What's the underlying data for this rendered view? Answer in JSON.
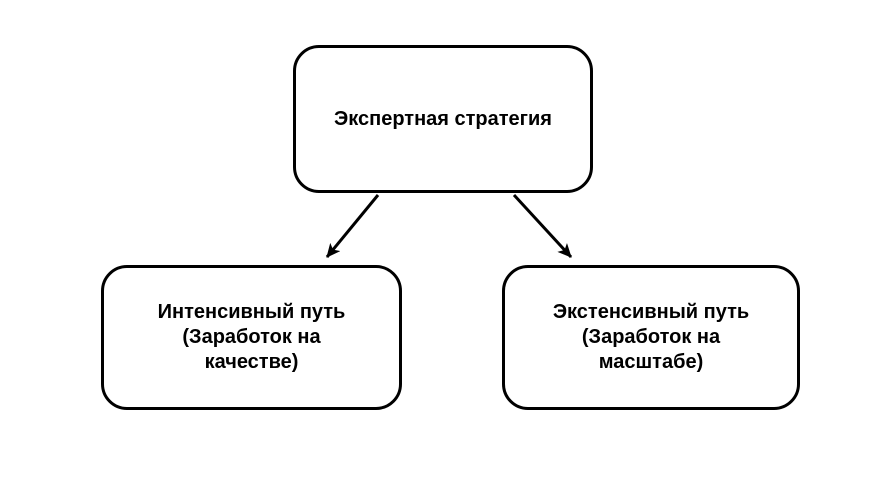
{
  "diagram": {
    "colors": {
      "background": "#ffffff",
      "stroke": "#000000",
      "text": "#000000"
    },
    "nodes": {
      "root": {
        "id": "root",
        "lines": [
          "Экспертная стратегия"
        ]
      },
      "left": {
        "id": "intensive-path",
        "lines": [
          "Интенсивный путь",
          "(Заработок на",
          "качестве)"
        ]
      },
      "right": {
        "id": "extensive-path",
        "lines": [
          "Экстенсивный путь",
          "(Заработок на",
          "масштабе)"
        ]
      }
    },
    "edges": [
      {
        "from": "root",
        "to": "intensive-path",
        "style": "arrow"
      },
      {
        "from": "root",
        "to": "extensive-path",
        "style": "arrow"
      }
    ]
  }
}
